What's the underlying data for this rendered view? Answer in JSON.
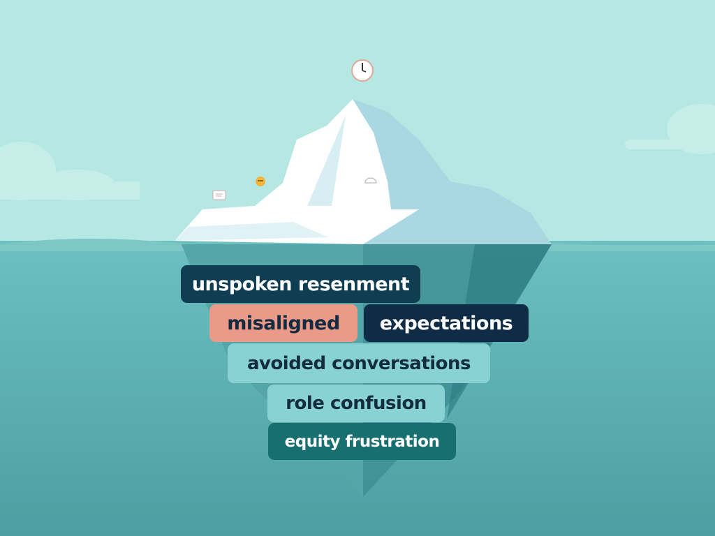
{
  "labels": [
    {
      "text": "unspoken resenment",
      "bg": "#0f3d52",
      "fg": "#ffffff"
    },
    {
      "text": "misaligned",
      "bg": "#e99a89",
      "fg": "#142a40"
    },
    {
      "text": "expectations",
      "bg": "#0e2c45",
      "fg": "#ffffff"
    },
    {
      "text": "avoided conversations",
      "bg": "#88d2d4",
      "fg": "#132c40"
    },
    {
      "text": "role confusion",
      "bg": "#88d2d4",
      "fg": "#132c40"
    },
    {
      "text": "equity frustration",
      "bg": "#17706f",
      "fg": "#ffffff"
    }
  ],
  "icons": [
    "clock-icon",
    "chat-bubble-icon",
    "emoji-face-icon",
    "half-circle-icon"
  ],
  "colors": {
    "sky": "#b5e8e2",
    "water_top": "#6cc0c0",
    "water_bottom": "#4d9ea2",
    "ice": "#ffffff",
    "ice_shadow": "#a9d8e3"
  }
}
